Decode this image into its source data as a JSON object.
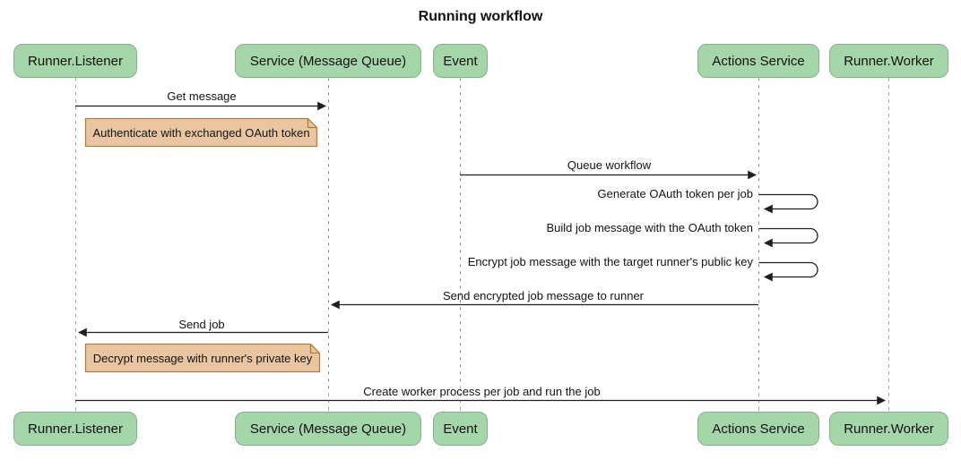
{
  "title": "Running workflow",
  "participants": [
    {
      "id": "runner-listener",
      "label": "Runner.Listener"
    },
    {
      "id": "service-message-queue",
      "label": "Service (Message Queue)"
    },
    {
      "id": "event",
      "label": "Event"
    },
    {
      "id": "actions-service",
      "label": "Actions Service"
    },
    {
      "id": "runner-worker",
      "label": "Runner.Worker"
    }
  ],
  "messages": [
    {
      "from": "Runner.Listener",
      "to": "Service (Message Queue)",
      "label": "Get message"
    },
    {
      "from": "Event",
      "to": "Actions Service",
      "label": "Queue workflow"
    },
    {
      "from": "Actions Service",
      "to": "Actions Service",
      "label": "Generate OAuth token per job",
      "self": true
    },
    {
      "from": "Actions Service",
      "to": "Actions Service",
      "label": "Build job message with the OAuth token",
      "self": true
    },
    {
      "from": "Actions Service",
      "to": "Actions Service",
      "label": "Encrypt job message with the target runner's public key",
      "self": true
    },
    {
      "from": "Actions Service",
      "to": "Service (Message Queue)",
      "label": "Send encrypted job message to runner"
    },
    {
      "from": "Service (Message Queue)",
      "to": "Runner.Listener",
      "label": "Send job"
    },
    {
      "from": "Runner.Listener",
      "to": "Runner.Worker",
      "label": "Create worker process per job and run the job"
    }
  ],
  "notes": [
    {
      "over": "Runner.Listener",
      "text": "Authenticate with exchanged OAuth token"
    },
    {
      "over": "Runner.Listener",
      "text": "Decrypt message with runner's private key"
    }
  ],
  "colors": {
    "actor_fill": "#a5d6aa",
    "actor_border": "#87af8c",
    "note_fill": "#e9c6a1",
    "note_border": "#aa8040",
    "lifeline": "#a6a6a6",
    "message_line": "#1f1f1f",
    "text": "#131313",
    "background": "#ffffff"
  }
}
